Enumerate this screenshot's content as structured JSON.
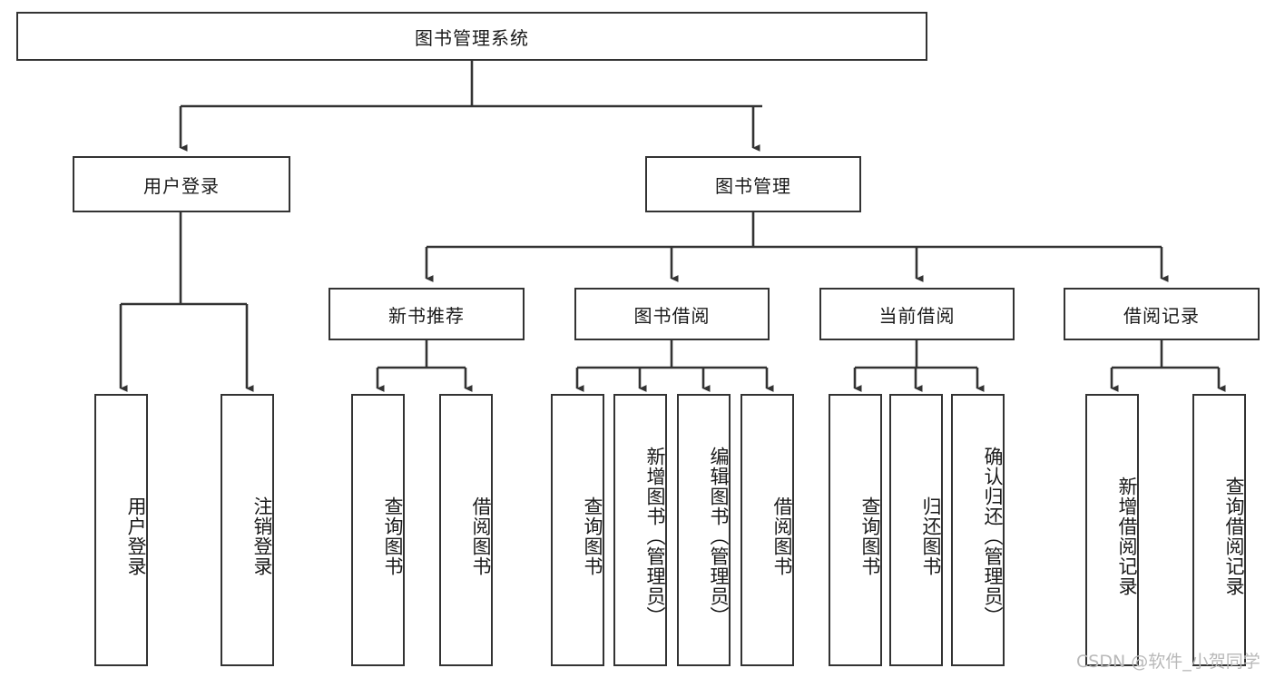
{
  "diagram": {
    "type": "tree",
    "title": "图书管理系统",
    "root": {
      "label": "图书管理系统"
    },
    "level2": [
      {
        "label": "用户登录"
      },
      {
        "label": "图书管理"
      }
    ],
    "level3": [
      {
        "label": "新书推荐"
      },
      {
        "label": "图书借阅"
      },
      {
        "label": "当前借阅"
      },
      {
        "label": "借阅记录"
      }
    ],
    "leaves": {
      "user_login": [
        {
          "label": "用户登录"
        },
        {
          "label": "注销登录"
        }
      ],
      "new_book_recommend": [
        {
          "label": "查询图书"
        },
        {
          "label": "借阅图书"
        }
      ],
      "book_borrow": [
        {
          "label": "查询图书"
        },
        {
          "label": "新增图书（管理员）"
        },
        {
          "label": "编辑图书（管理员）"
        },
        {
          "label": "借阅图书"
        }
      ],
      "current_borrow": [
        {
          "label": "查询图书"
        },
        {
          "label": "归还图书"
        },
        {
          "label": "确认归还（管理员）"
        }
      ],
      "borrow_records": [
        {
          "label": "新增借阅记录"
        },
        {
          "label": "查询借阅记录"
        }
      ]
    }
  },
  "watermark": {
    "text": "CSDN @软件_小贺同学"
  },
  "colors": {
    "stroke": "#333333",
    "fill": "#ffffff",
    "text": "#1a1a1a",
    "watermark": "#b9b9b9"
  }
}
